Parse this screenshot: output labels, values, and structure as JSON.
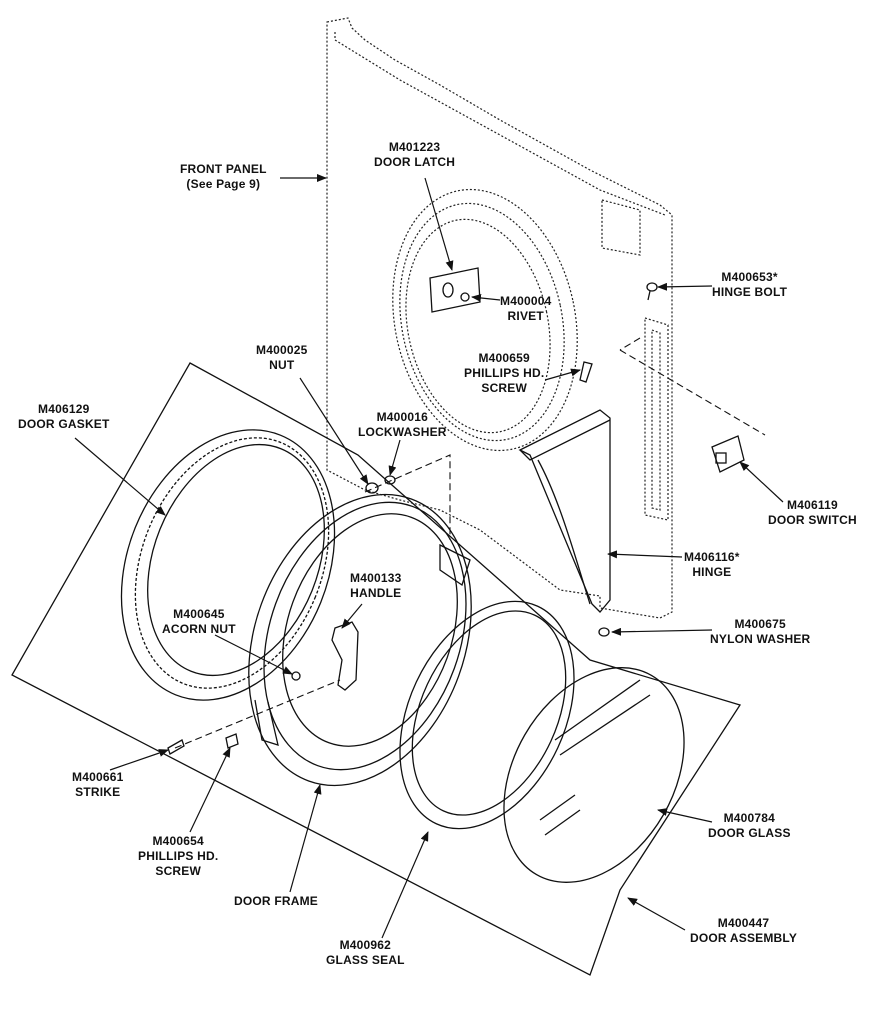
{
  "colors": {
    "ink": "#111111",
    "background": "#ffffff"
  },
  "labels": {
    "front_panel": {
      "line1": "FRONT PANEL",
      "line2": "(See Page 9)"
    },
    "door_latch": {
      "line1": "M401223",
      "line2": "DOOR LATCH"
    },
    "rivet": {
      "line1": "M400004",
      "line2": "RIVET"
    },
    "hinge_bolt": {
      "line1": "M400653*",
      "line2": "HINGE BOLT"
    },
    "nut": {
      "line1": "M400025",
      "line2": "NUT"
    },
    "phillips_screw_top": {
      "line1": "M400659",
      "line2": "PHILLIPS HD.",
      "line3": "SCREW"
    },
    "door_gasket": {
      "line1": "M406129",
      "line2": "DOOR GASKET"
    },
    "lockwasher": {
      "line1": "M400016",
      "line2": "LOCKWASHER"
    },
    "door_switch": {
      "line1": "M406119",
      "line2": "DOOR SWITCH"
    },
    "hinge": {
      "line1": "M406116*",
      "line2": "HINGE"
    },
    "handle": {
      "line1": "M400133",
      "line2": "HANDLE"
    },
    "acorn_nut": {
      "line1": "M400645",
      "line2": "ACORN NUT"
    },
    "nylon_washer": {
      "line1": "M400675",
      "line2": "NYLON WASHER"
    },
    "strike": {
      "line1": "M400661",
      "line2": "STRIKE"
    },
    "door_glass": {
      "line1": "M400784",
      "line2": "DOOR GLASS"
    },
    "phillips_screw_bottom": {
      "line1": "M400654",
      "line2": "PHILLIPS HD.",
      "line3": "SCREW"
    },
    "door_frame": {
      "line1": "DOOR FRAME"
    },
    "glass_seal": {
      "line1": "M400962",
      "line2": "GLASS SEAL"
    },
    "door_assembly": {
      "line1": "M400447",
      "line2": "DOOR ASSEMBLY"
    }
  }
}
